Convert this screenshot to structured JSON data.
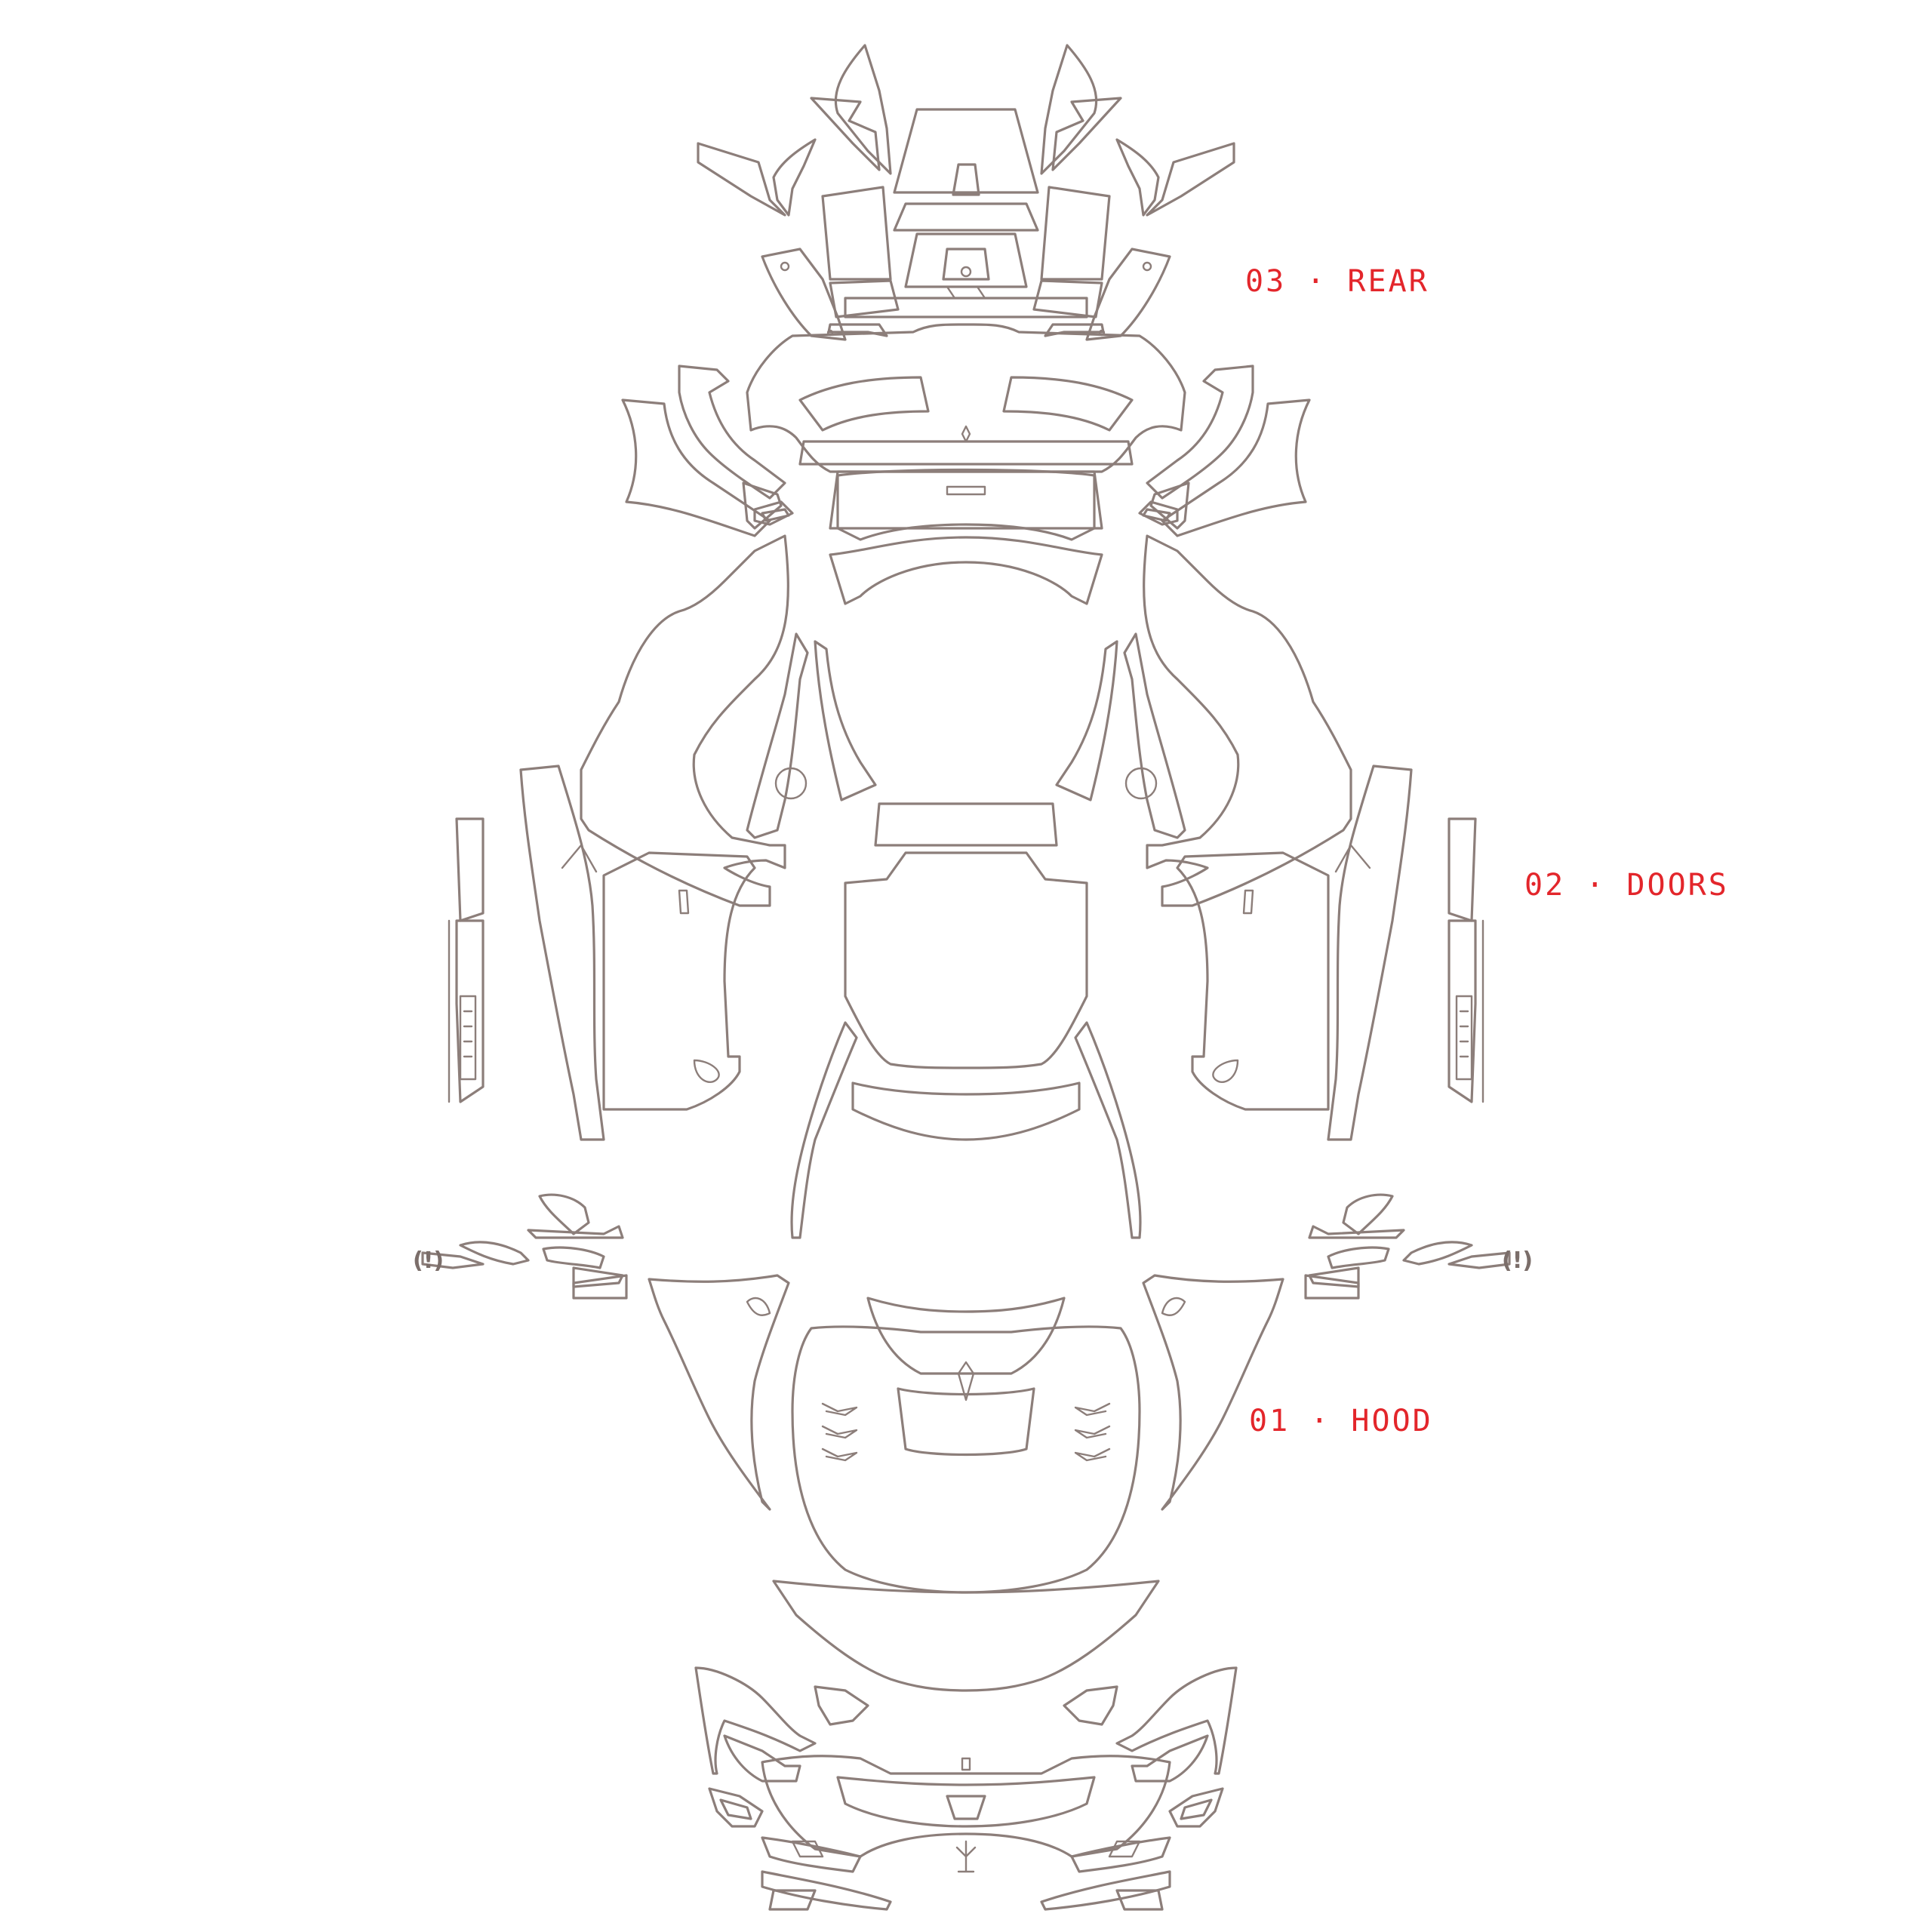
{
  "labels": {
    "rear": "03 · REAR",
    "doors": "02 · DOORS",
    "hood": "01 · HOOD"
  },
  "side_marks": {
    "left": "(!)",
    "right": "(!)"
  },
  "colors": {
    "label": "#e3262b",
    "outline": "#8c7e7a",
    "background": "#ffffff"
  }
}
